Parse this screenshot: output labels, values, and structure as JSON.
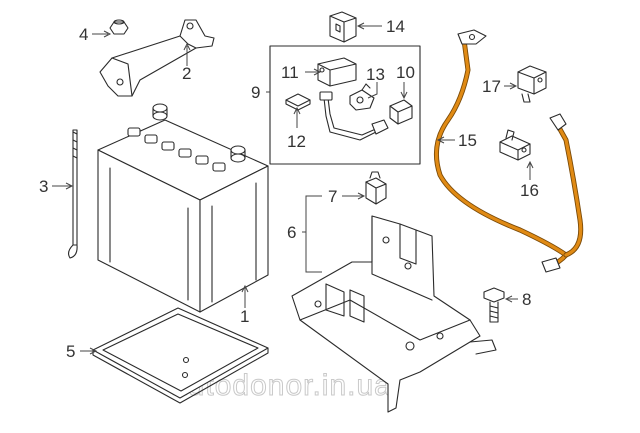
{
  "callouts": {
    "c1": "1",
    "c2": "2",
    "c3": "3",
    "c4": "4",
    "c5": "5",
    "c6": "6",
    "c7": "7",
    "c8": "8",
    "c9": "9",
    "c10": "10",
    "c11": "11",
    "c12": "12",
    "c13": "13",
    "c14": "14",
    "c15": "15",
    "c16": "16",
    "c17": "17"
  },
  "watermark": "autodonor.in.ua",
  "colors": {
    "cable": "#e08a14",
    "line": "#2b2b2b",
    "label": "#333333",
    "watermark": "#c9c9c9"
  }
}
